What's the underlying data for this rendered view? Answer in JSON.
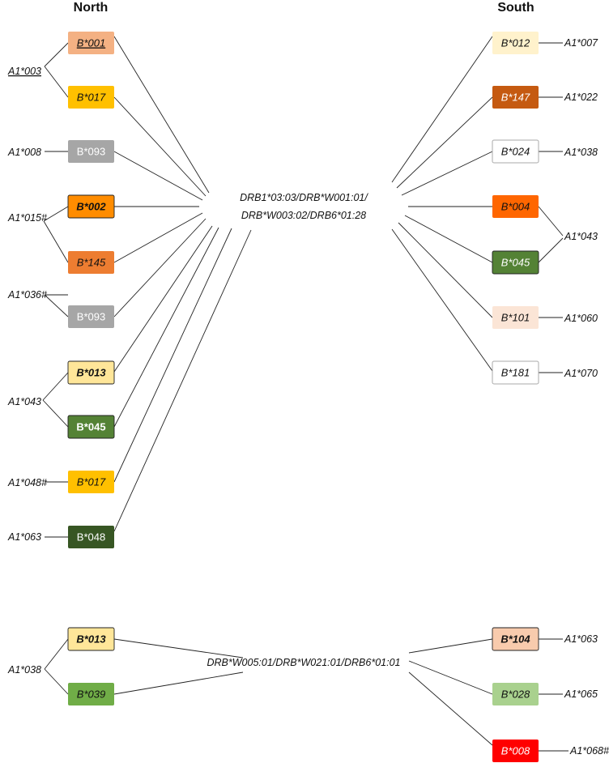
{
  "headers": {
    "north": "North",
    "south": "South"
  },
  "center_labels": {
    "c1_line1": "DRB1*03:03/DRB*W001:01/",
    "c1_line2": "DRB*W003:02/DRB6*01:28",
    "c2": "DRB*W005:01/DRB*W021:01/DRB6*01:01"
  },
  "boxes": {
    "n1": {
      "text": "B*001",
      "fill": "#F4B183",
      "color": "#111111",
      "italic": true,
      "bold": false,
      "underline": true
    },
    "n2": {
      "text": "B*017",
      "fill": "#FFC000",
      "color": "#111111",
      "italic": true,
      "bold": false
    },
    "n3": {
      "text": "B*093",
      "fill": "#A6A6A6",
      "color": "#ffffff",
      "italic": false,
      "bold": false
    },
    "n4": {
      "text": "B*002",
      "fill": "#FF8C00",
      "color": "#111111",
      "italic": true,
      "bold": true
    },
    "n5": {
      "text": "B*145",
      "fill": "#ED7D31",
      "color": "#111111",
      "italic": true,
      "bold": false
    },
    "n6": {
      "text": "B*093",
      "fill": "#A6A6A6",
      "color": "#ffffff",
      "italic": false,
      "bold": false
    },
    "n7": {
      "text": "B*013",
      "fill": "#FFE699",
      "color": "#111111",
      "italic": true,
      "bold": true
    },
    "n8": {
      "text": "B*045",
      "fill": "#548235",
      "color": "#ffffff",
      "italic": false,
      "bold": true
    },
    "n9": {
      "text": "B*017",
      "fill": "#FFC000",
      "color": "#111111",
      "italic": true,
      "bold": false
    },
    "n10": {
      "text": "B*048",
      "fill": "#375623",
      "color": "#ffffff",
      "italic": false,
      "bold": false
    },
    "s1": {
      "text": "B*012",
      "fill": "#FFF2CC",
      "color": "#111111",
      "italic": true,
      "bold": false
    },
    "s2": {
      "text": "B*147",
      "fill": "#C55A11",
      "color": "#ffffff",
      "italic": true,
      "bold": false
    },
    "s3": {
      "text": "B*024",
      "fill": "#ffffff",
      "color": "#111111",
      "italic": true,
      "bold": false
    },
    "s4": {
      "text": "B*004",
      "fill": "#FF6600",
      "color": "#111111",
      "italic": true,
      "bold": false
    },
    "s5": {
      "text": "B*045",
      "fill": "#548235",
      "color": "#ffffff",
      "italic": true,
      "bold": false
    },
    "s6": {
      "text": "B*101",
      "fill": "#FBE5D6",
      "color": "#111111",
      "italic": true,
      "bold": false
    },
    "s7": {
      "text": "B*181",
      "fill": "#ffffff",
      "color": "#111111",
      "italic": true,
      "bold": false
    },
    "bn1": {
      "text": "B*013",
      "fill": "#FFE699",
      "color": "#111111",
      "italic": true,
      "bold": true
    },
    "bn2": {
      "text": "B*039",
      "fill": "#70AD47",
      "color": "#111111",
      "italic": true,
      "bold": false
    },
    "bs1": {
      "text": "B*104",
      "fill": "#F8CBAD",
      "color": "#111111",
      "italic": true,
      "bold": true
    },
    "bs2": {
      "text": "B*028",
      "fill": "#A9D18E",
      "color": "#111111",
      "italic": true,
      "bold": false
    },
    "bs3": {
      "text": "B*008",
      "fill": "#FF0000",
      "color": "#ffffff",
      "italic": true,
      "bold": false
    }
  },
  "labels": {
    "ln1": {
      "text": "A1*003",
      "underline": true
    },
    "ln2": {
      "text": "A1*008"
    },
    "ln3": {
      "text": "A1*015#"
    },
    "ln4": {
      "text": "A1*036#"
    },
    "ln5": {
      "text": "A1*043"
    },
    "ln6": {
      "text": "A1*048#"
    },
    "ln7": {
      "text": "A1*063"
    },
    "ls1": {
      "text": "A1*007"
    },
    "ls2": {
      "text": "A1*022"
    },
    "ls3": {
      "text": "A1*038"
    },
    "ls4": {
      "text": "A1*043"
    },
    "ls5": {
      "text": "A1*060"
    },
    "ls6": {
      "text": "A1*070"
    },
    "lbn": {
      "text": "A1*038"
    },
    "lbs1": {
      "text": "A1*063"
    },
    "lbs2": {
      "text": "A1*065"
    },
    "lbs3": {
      "text": "A1*068#"
    }
  }
}
